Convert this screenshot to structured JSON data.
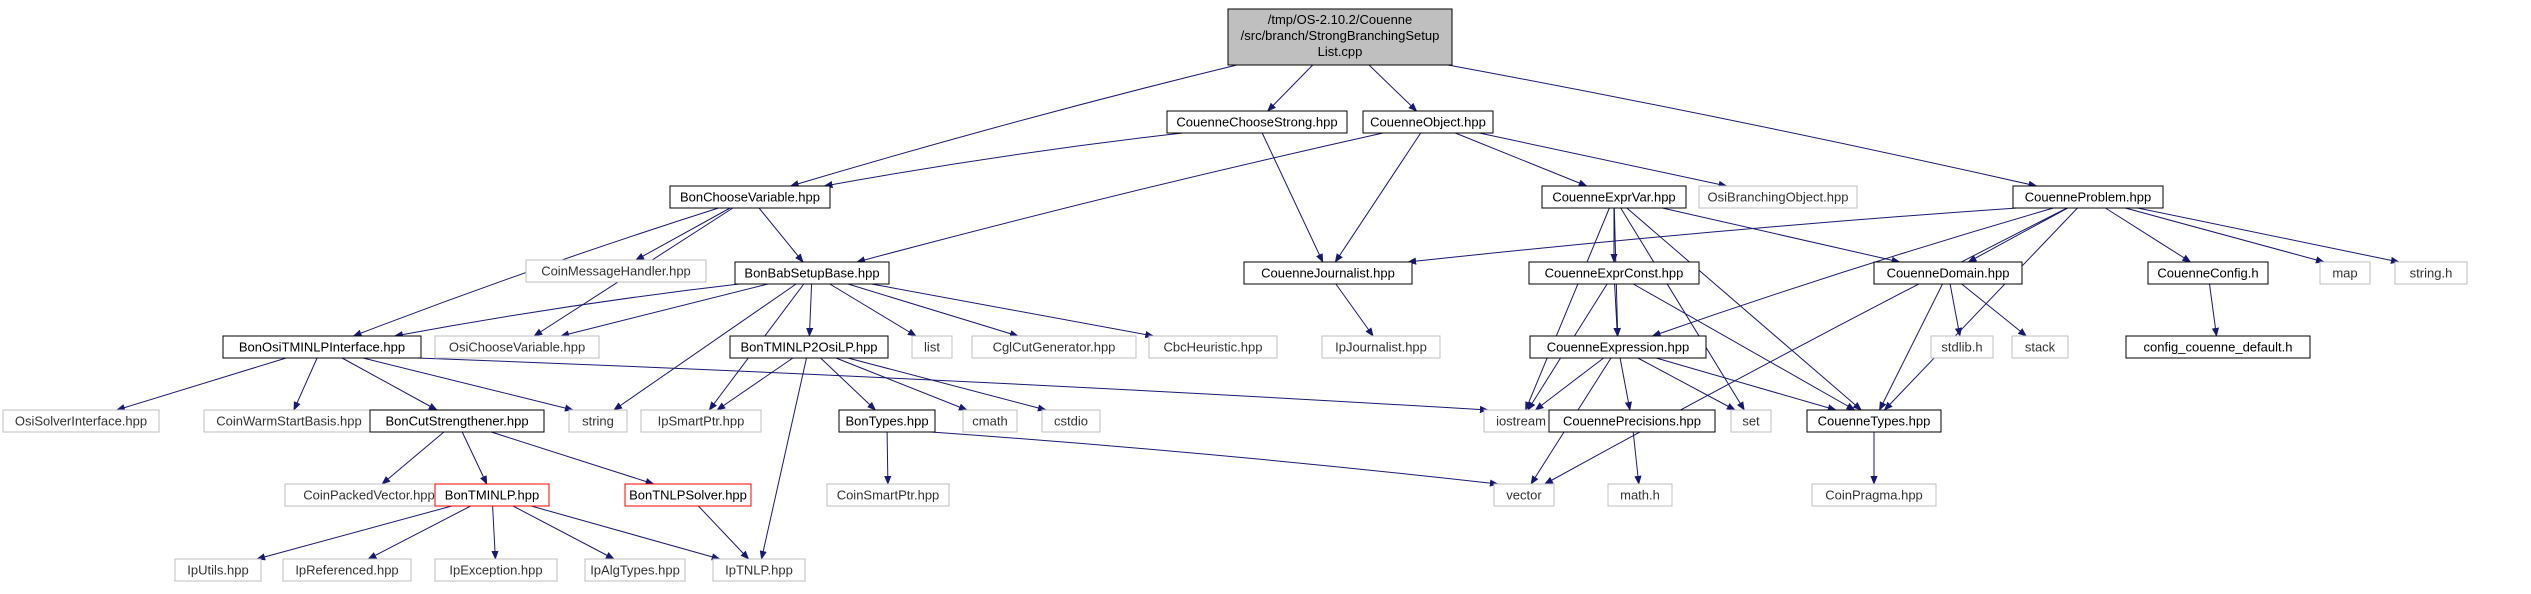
{
  "colors": {
    "edge": "#191970",
    "node_normal_border": "#000000",
    "node_external_border": "#bfbfbf",
    "node_truncated_border": "#ff0000",
    "root_fill": "#bfbfbf",
    "background": "#ffffff"
  },
  "root": {
    "lines": [
      "/tmp/OS-2.10.2/Couenne",
      "/src/branch/StrongBranchingSetup",
      "List.cpp"
    ]
  },
  "nodes": {
    "root": "/tmp/OS-2.10.2/Couenne/src/branch/StrongBranchingSetupList.cpp",
    "chooseStrong": "CouenneChooseStrong.hpp",
    "couenneObject": "CouenneObject.hpp",
    "bonChooseVariable": "BonChooseVariable.hpp",
    "couenneProblem": "CouenneProblem.hpp",
    "coinMessageHandler": "CoinMessageHandler.hpp",
    "bonBabSetupBase": "BonBabSetupBase.hpp",
    "couenneJournalist": "CouenneJournalist.hpp",
    "couenneExprVar": "CouenneExprVar.hpp",
    "osiBranchingObject": "OsiBranchingObject.hpp",
    "couenneExprConst": "CouenneExprConst.hpp",
    "couenneDomain": "CouenneDomain.hpp",
    "couenneConfig": "CouenneConfig.h",
    "map": "map",
    "stringH": "string.h",
    "bonOsiTMINLPInterface": "BonOsiTMINLPInterface.hpp",
    "osiChooseVariable": "OsiChooseVariable.hpp",
    "bonTMINLP2OsiLP": "BonTMINLP2OsiLP.hpp",
    "list": "list",
    "cglCutGenerator": "CglCutGenerator.hpp",
    "cbcHeuristic": "CbcHeuristic.hpp",
    "ipJournalist": "IpJournalist.hpp",
    "couenneExpression": "CouenneExpression.hpp",
    "stdlibH": "stdlib.h",
    "stack": "stack",
    "configCouenneDefault": "config_couenne_default.h",
    "osiSolverInterface": "OsiSolverInterface.hpp",
    "coinWarmStartBasis": "CoinWarmStartBasis.hpp",
    "bonCutStrengthener": "BonCutStrengthener.hpp",
    "string": "string",
    "ipSmartPtr": "IpSmartPtr.hpp",
    "bonTypes": "BonTypes.hpp",
    "cmath": "cmath",
    "cstdio": "cstdio",
    "iostream": "iostream",
    "couennePrecisions": "CouennePrecisions.hpp",
    "set": "set",
    "couenneTypes": "CouenneTypes.hpp",
    "coinPackedVector": "CoinPackedVector.hpp",
    "bonTMINLP": "BonTMINLP.hpp",
    "bonTNLPSolver": "BonTNLPSolver.hpp",
    "coinSmartPtr": "CoinSmartPtr.hpp",
    "vector": "vector",
    "mathH": "math.h",
    "coinPragma": "CoinPragma.hpp",
    "ipUtils": "IpUtils.hpp",
    "ipReferenced": "IpReferenced.hpp",
    "ipException": "IpException.hpp",
    "ipAlgTypes": "IpAlgTypes.hpp",
    "ipTNLP": "IpTNLP.hpp"
  },
  "node_kinds": {
    "root": "root",
    "chooseStrong": "normal",
    "couenneObject": "normal",
    "bonChooseVariable": "normal",
    "couenneProblem": "normal",
    "coinMessageHandler": "external",
    "bonBabSetupBase": "normal",
    "couenneJournalist": "normal",
    "couenneExprVar": "normal",
    "osiBranchingObject": "external",
    "couenneExprConst": "normal",
    "couenneDomain": "normal",
    "couenneConfig": "normal",
    "map": "external",
    "stringH": "external",
    "bonOsiTMINLPInterface": "normal",
    "osiChooseVariable": "external",
    "bonTMINLP2OsiLP": "normal",
    "list": "external",
    "cglCutGenerator": "external",
    "cbcHeuristic": "external",
    "ipJournalist": "external",
    "couenneExpression": "normal",
    "stdlibH": "external",
    "stack": "external",
    "configCouenneDefault": "normal",
    "osiSolverInterface": "external",
    "coinWarmStartBasis": "external",
    "bonCutStrengthener": "normal",
    "string": "external",
    "ipSmartPtr": "external",
    "bonTypes": "normal",
    "cmath": "external",
    "cstdio": "external",
    "iostream": "external",
    "couennePrecisions": "normal",
    "set": "external",
    "couenneTypes": "normal",
    "coinPackedVector": "external",
    "bonTMINLP": "truncated",
    "bonTNLPSolver": "truncated",
    "coinSmartPtr": "external",
    "vector": "external",
    "mathH": "external",
    "coinPragma": "external",
    "ipUtils": "external",
    "ipReferenced": "external",
    "ipException": "external",
    "ipAlgTypes": "external",
    "ipTNLP": "external"
  },
  "edges": [
    [
      "root",
      "chooseStrong"
    ],
    [
      "root",
      "couenneObject"
    ],
    [
      "root",
      "bonChooseVariable"
    ],
    [
      "root",
      "couenneProblem"
    ],
    [
      "chooseStrong",
      "bonChooseVariable"
    ],
    [
      "chooseStrong",
      "couenneJournalist"
    ],
    [
      "couenneObject",
      "bonBabSetupBase"
    ],
    [
      "couenneObject",
      "couenneJournalist"
    ],
    [
      "couenneObject",
      "couenneExprVar"
    ],
    [
      "couenneObject",
      "osiBranchingObject"
    ],
    [
      "bonChooseVariable",
      "coinMessageHandler"
    ],
    [
      "bonChooseVariable",
      "bonBabSetupBase"
    ],
    [
      "bonChooseVariable",
      "bonOsiTMINLPInterface"
    ],
    [
      "bonChooseVariable",
      "osiChooseVariable"
    ],
    [
      "couenneProblem",
      "couenneJournalist"
    ],
    [
      "couenneProblem",
      "couenneDomain"
    ],
    [
      "couenneProblem",
      "couenneExpression"
    ],
    [
      "couenneProblem",
      "couenneConfig"
    ],
    [
      "couenneProblem",
      "map"
    ],
    [
      "couenneProblem",
      "stringH"
    ],
    [
      "couenneProblem",
      "couenneTypes"
    ],
    [
      "couenneProblem",
      "vector"
    ],
    [
      "bonBabSetupBase",
      "bonOsiTMINLPInterface"
    ],
    [
      "bonBabSetupBase",
      "osiChooseVariable"
    ],
    [
      "bonBabSetupBase",
      "bonTMINLP2OsiLP"
    ],
    [
      "bonBabSetupBase",
      "list"
    ],
    [
      "bonBabSetupBase",
      "cglCutGenerator"
    ],
    [
      "bonBabSetupBase",
      "cbcHeuristic"
    ],
    [
      "bonBabSetupBase",
      "string"
    ],
    [
      "bonBabSetupBase",
      "ipSmartPtr"
    ],
    [
      "couenneJournalist",
      "ipJournalist"
    ],
    [
      "couenneExprVar",
      "couenneExprConst"
    ],
    [
      "couenneExprVar",
      "couenneDomain"
    ],
    [
      "couenneExprVar",
      "couenneExpression"
    ],
    [
      "couenneExprVar",
      "iostream"
    ],
    [
      "couenneExprVar",
      "set"
    ],
    [
      "couenneExprVar",
      "couenneTypes"
    ],
    [
      "couenneExprConst",
      "couenneExpression"
    ],
    [
      "couenneExprConst",
      "iostream"
    ],
    [
      "couenneExprConst",
      "couenneTypes"
    ],
    [
      "couenneDomain",
      "couenneTypes"
    ],
    [
      "couenneDomain",
      "stdlibH"
    ],
    [
      "couenneDomain",
      "stack"
    ],
    [
      "couenneConfig",
      "configCouenneDefault"
    ],
    [
      "bonOsiTMINLPInterface",
      "osiSolverInterface"
    ],
    [
      "bonOsiTMINLPInterface",
      "coinWarmStartBasis"
    ],
    [
      "bonOsiTMINLPInterface",
      "bonCutStrengthener"
    ],
    [
      "bonOsiTMINLPInterface",
      "string"
    ],
    [
      "bonOsiTMINLPInterface",
      "iostream"
    ],
    [
      "bonTMINLP2OsiLP",
      "ipSmartPtr"
    ],
    [
      "bonTMINLP2OsiLP",
      "bonTypes"
    ],
    [
      "bonTMINLP2OsiLP",
      "cmath"
    ],
    [
      "bonTMINLP2OsiLP",
      "cstdio"
    ],
    [
      "bonTMINLP2OsiLP",
      "ipTNLP"
    ],
    [
      "couenneExpression",
      "iostream"
    ],
    [
      "couenneExpression",
      "couennePrecisions"
    ],
    [
      "couenneExpression",
      "set"
    ],
    [
      "couenneExpression",
      "couenneTypes"
    ],
    [
      "couenneExpression",
      "vector"
    ],
    [
      "bonCutStrengthener",
      "coinPackedVector"
    ],
    [
      "bonCutStrengthener",
      "bonTMINLP"
    ],
    [
      "bonCutStrengthener",
      "bonTNLPSolver"
    ],
    [
      "bonTypes",
      "coinSmartPtr"
    ],
    [
      "bonTypes",
      "vector"
    ],
    [
      "couennePrecisions",
      "mathH"
    ],
    [
      "couenneTypes",
      "coinPragma"
    ],
    [
      "bonTMINLP",
      "ipUtils"
    ],
    [
      "bonTMINLP",
      "ipReferenced"
    ],
    [
      "bonTMINLP",
      "ipException"
    ],
    [
      "bonTMINLP",
      "ipAlgTypes"
    ],
    [
      "bonTMINLP",
      "ipTNLP"
    ],
    [
      "bonTNLPSolver",
      "ipTNLP"
    ]
  ]
}
